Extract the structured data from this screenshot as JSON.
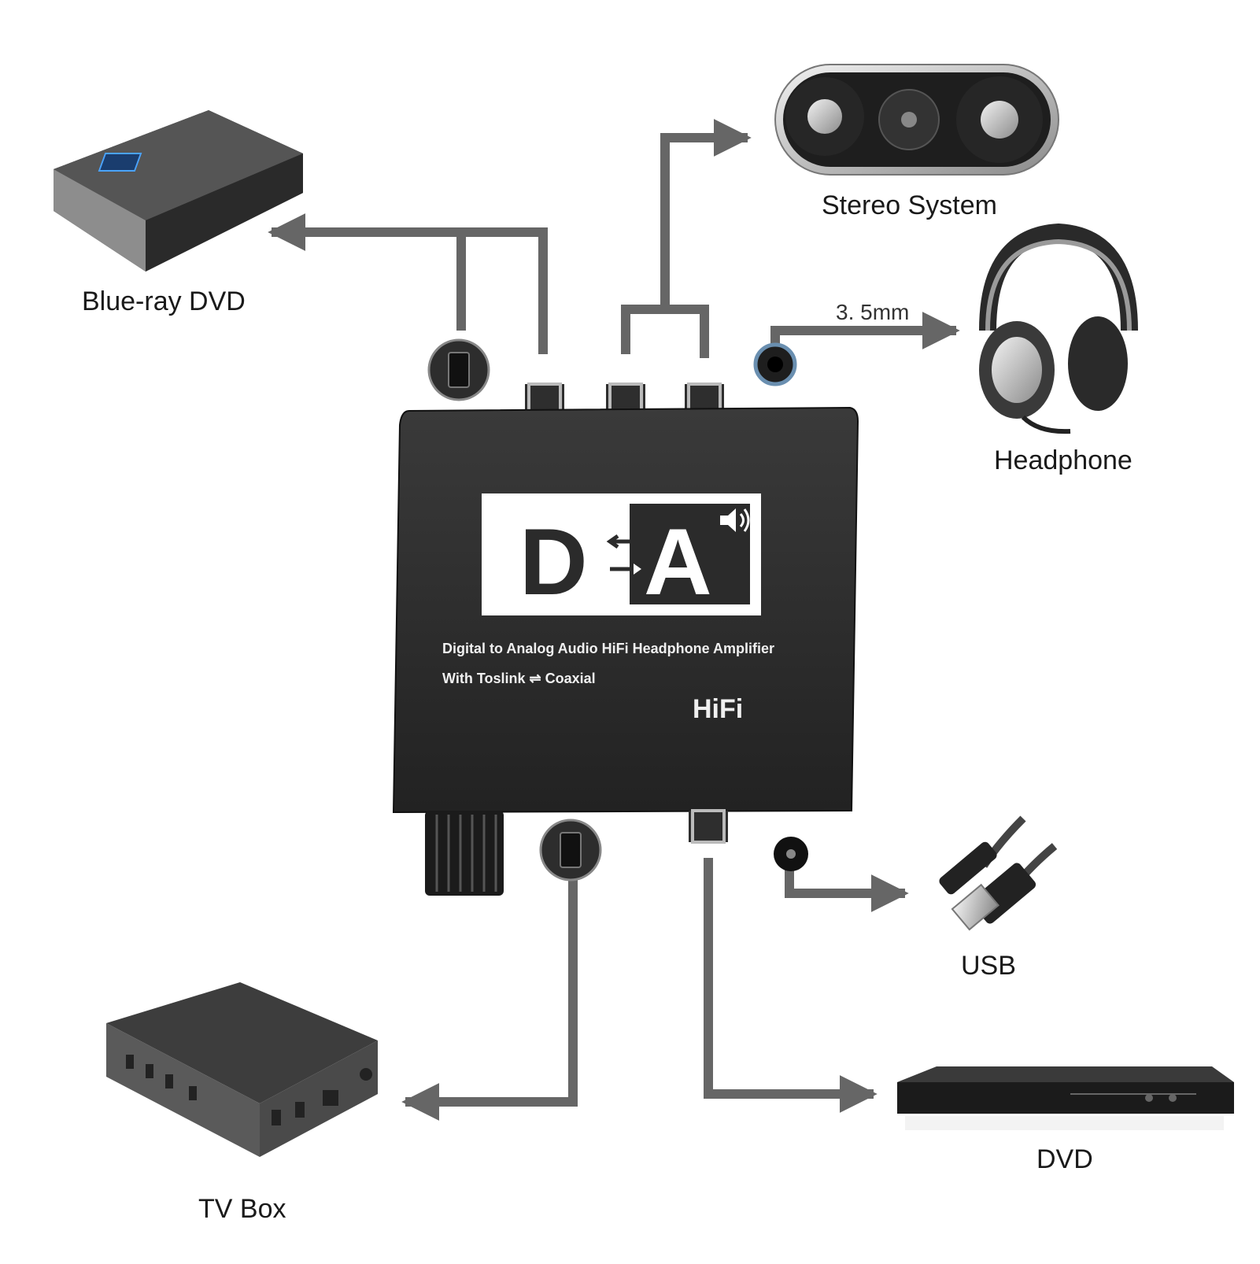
{
  "devices": {
    "bluray": {
      "label": "Blue-ray DVD",
      "icon": "blu-ray-player-icon"
    },
    "stereo": {
      "label": "Stereo System",
      "icon": "stereo-speaker-icon"
    },
    "headphone": {
      "label": "Headphone",
      "icon": "headphone-icon"
    },
    "usb": {
      "label": "USB",
      "icon": "usb-cable-icon"
    },
    "tvbox": {
      "label": "TV Box",
      "icon": "tv-box-icon"
    },
    "dvd": {
      "label": "DVD",
      "icon": "dvd-player-icon"
    }
  },
  "connector_label": "3. 5mm",
  "converter": {
    "logo_left": "D",
    "logo_right": "A",
    "line1": "Digital to Analog Audio HiFi Headphone Amplifier",
    "line2": "With Toslink ⇌ Coaxial",
    "badge": "HiFi"
  },
  "colors": {
    "arrow": "#666666",
    "body": "#2b2b2b",
    "panel_text": "#f0f0f0"
  }
}
